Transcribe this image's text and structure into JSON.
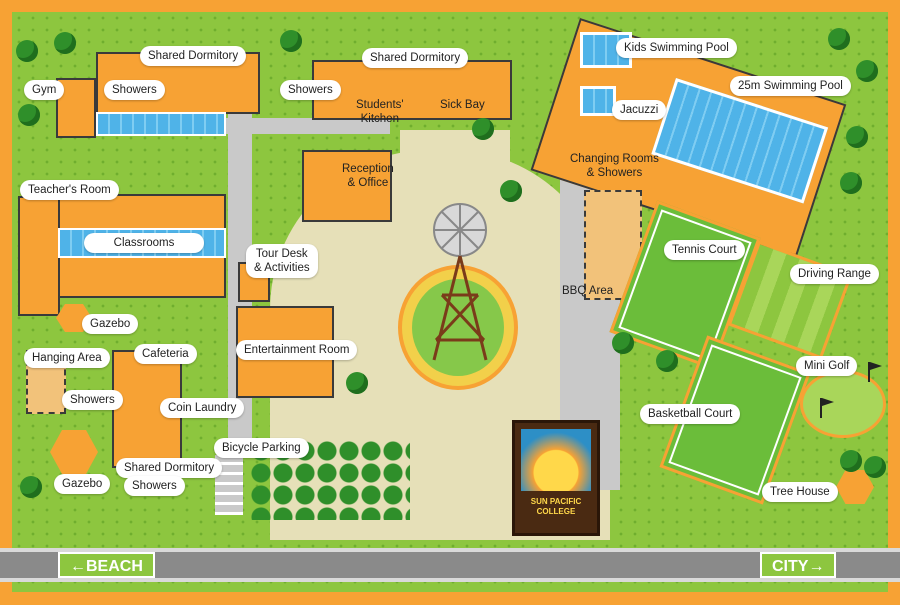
{
  "labels": {
    "gym": "Gym",
    "shared_dormitory_1": "Shared Dormitory",
    "showers_1": "Showers",
    "showers_2": "Showers",
    "shared_dormitory_2": "Shared Dormitory",
    "students_kitchen": "Students'\nKitchen",
    "sick_bay": "Sick Bay",
    "kids_pool": "Kids Swimming Pool",
    "pool_25m": "25m Swimming Pool",
    "jacuzzi": "Jacuzzi",
    "changing_rooms": "Changing Rooms\n& Showers",
    "teachers_room": "Teacher's Room",
    "classrooms": "Classrooms",
    "reception": "Reception\n& Office",
    "tour_desk": "Tour Desk\n& Activities",
    "gazebo_1": "Gazebo",
    "bbq_area": "BBQ Area",
    "tennis_court": "Tennis Court",
    "driving_range": "Driving Range",
    "hanging_area": "Hanging Area",
    "cafeteria": "Cafeteria",
    "entertainment_room": "Entertainment Room",
    "showers_3": "Showers",
    "coin_laundry": "Coin Laundry",
    "mini_golf": "Mini Golf",
    "basketball_court": "Basketball Court",
    "bicycle_parking": "Bicycle Parking",
    "shared_dormitory_3": "Shared Dormitory",
    "showers_4": "Showers",
    "gazebo_2": "Gazebo",
    "tree_house": "Tree House"
  },
  "signs": {
    "beach": "←BEACH",
    "city": "CITY→"
  },
  "logo": {
    "name": "SUN PACIFIC COLLEGE"
  },
  "colors": {
    "frame": "#f7a234",
    "grass": "#8dc63f",
    "building": "#f7a234",
    "pool": "#4fb3e8",
    "court": "#6bbd3a"
  }
}
